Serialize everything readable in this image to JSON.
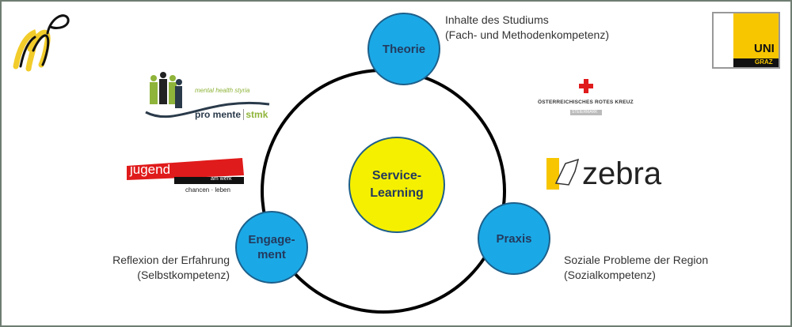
{
  "diagram": {
    "center": {
      "label": "Service-\nLearning",
      "line1": "Service-",
      "line2": "Learning",
      "color": "#f5f000"
    },
    "nodes": [
      {
        "id": "theorie",
        "label": "Theorie",
        "color": "#1aa9e6",
        "caption_line1": "Inhalte des Studiums",
        "caption_line2": "(Fach- und Methodenkompetenz)"
      },
      {
        "id": "engagement",
        "label_line1": "Engage-",
        "label_line2": "ment",
        "color": "#1aa9e6",
        "caption_line1": "Reflexion der Erfahrung",
        "caption_line2": "(Selbstkompetenz)"
      },
      {
        "id": "praxis",
        "label": "Praxis",
        "color": "#1aa9e6",
        "caption_line1": "Soziale Probleme der Region",
        "caption_line2": "(Sozialkompetenz)"
      }
    ]
  },
  "logos": {
    "promente": {
      "tagline": "mental health styria",
      "name": "pro mente",
      "suffix": "stmk"
    },
    "jugend": {
      "name": "jugend",
      "sub": "am werk",
      "tagline": "chancen · leben"
    },
    "roteskreuz": {
      "name": "ÖSTERREICHISCHES ROTES KREUZ",
      "sub": "STEIERMARK"
    },
    "zebra": {
      "name": "zebra"
    },
    "unigraz": {
      "line1": "UNI",
      "line2": "GRAZ"
    }
  }
}
